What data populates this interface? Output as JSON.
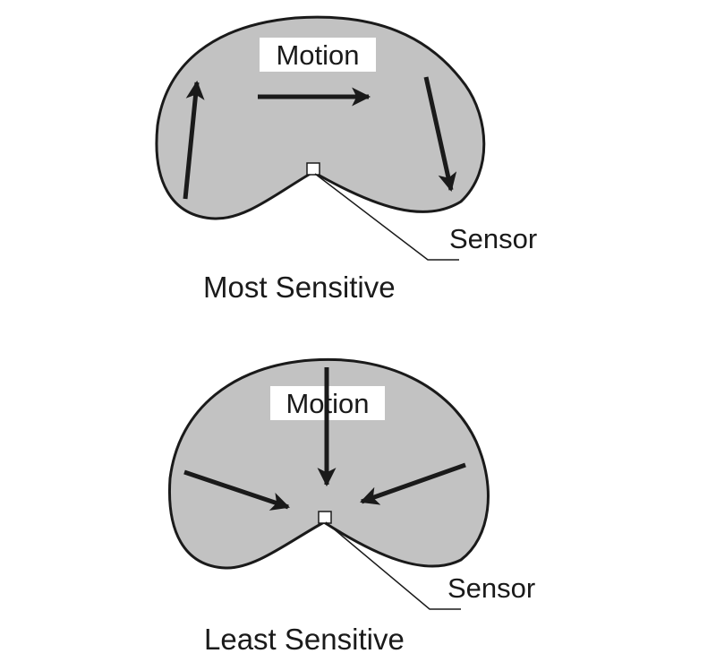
{
  "colors": {
    "field_fill": "#c2c2c2",
    "outline": "#1a1a1a",
    "arrow": "#1a1a1a",
    "label_box": "#ffffff",
    "sensor_fill": "#ffffff"
  },
  "panels": [
    {
      "motion_label": "Motion",
      "sensor_label": "Sensor",
      "caption": "Most Sensitive",
      "motion_direction": "across (tangential to sensor)"
    },
    {
      "motion_label": "Motion",
      "sensor_label": "Sensor",
      "caption": "Least Sensitive",
      "motion_direction": "toward sensor (radial)"
    }
  ]
}
